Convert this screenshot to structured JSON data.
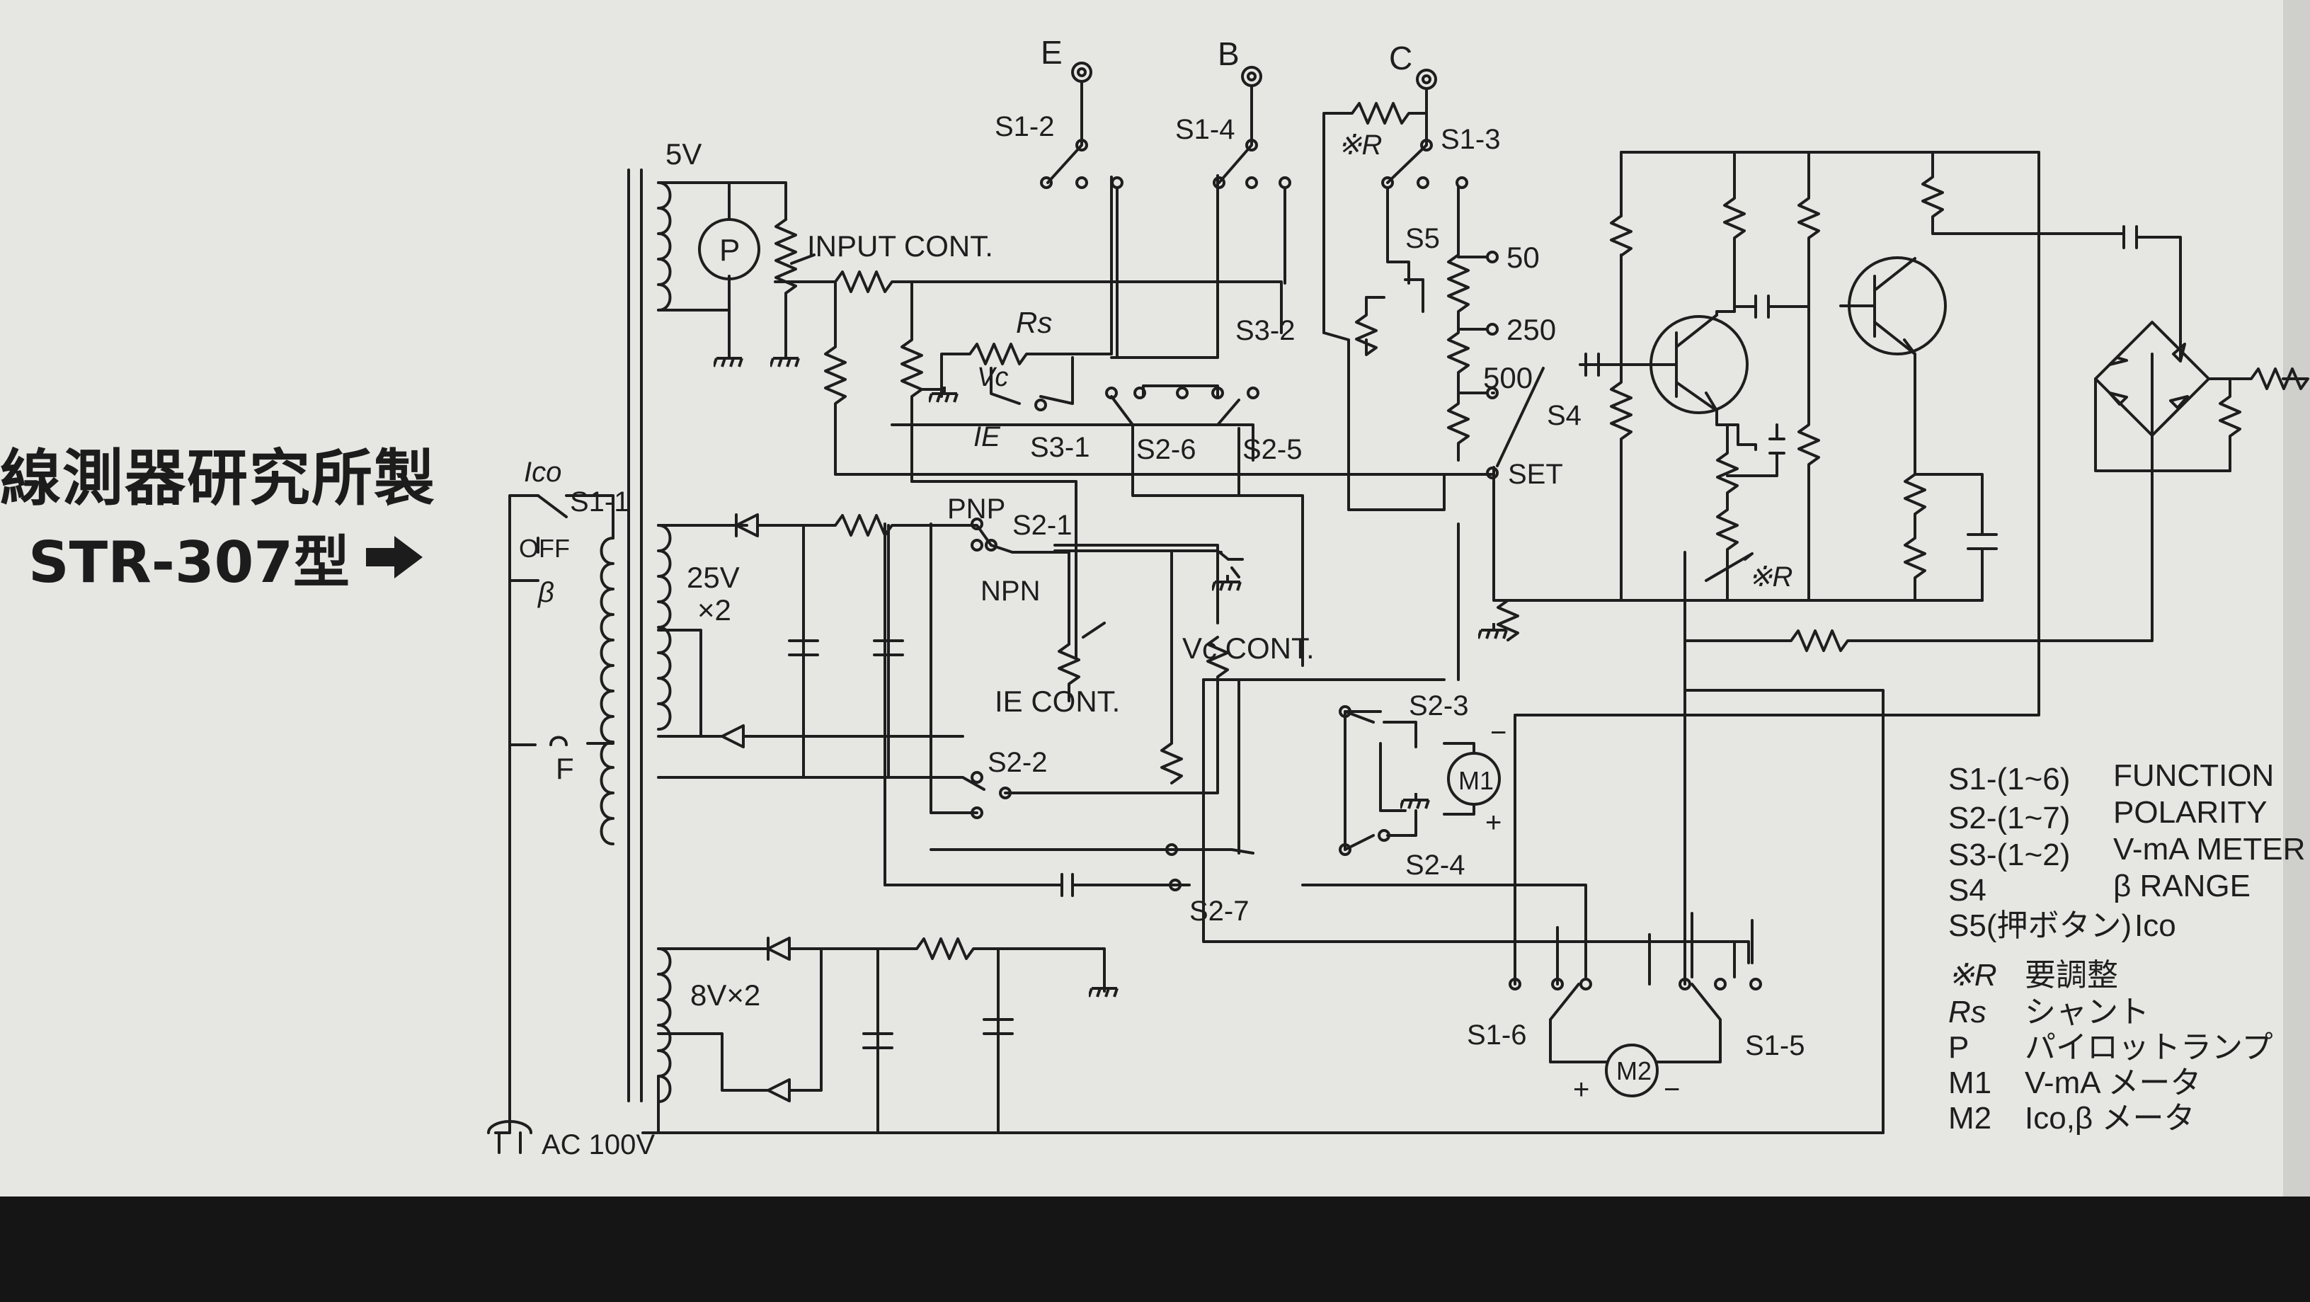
{
  "header": {
    "maker": "線測器研究所製",
    "model": "STR-307型"
  },
  "labels": {
    "E": "E",
    "B": "B",
    "C": "C",
    "s1_1": "S1-1",
    "s1_2": "S1-2",
    "s1_3": "S1-3",
    "s1_4": "S1-4",
    "s1_5": "S1-5",
    "s1_6": "S1-6",
    "s2_1": "S2-1",
    "s2_2": "S2-2",
    "s2_3": "S2-3",
    "s2_4": "S2-4",
    "s2_5": "S2-5",
    "s2_6": "S2-6",
    "s2_7": "S2-7",
    "s3_1": "S3-1",
    "s3_2": "S3-2",
    "s4": "S4",
    "s5": "S5",
    "v5": "5V",
    "v25": "25V",
    "x2": "×2",
    "v8": "8V×2",
    "input_cont": "INPUT CONT.",
    "rs": "Rs",
    "vc": "Vc",
    "ie": "IE",
    "ie_cont": "IE CONT.",
    "vc_cont": "Vc CONT.",
    "pnp": "PNP",
    "npn": "NPN",
    "ico": "Ico",
    "off": "OFF",
    "beta": "β",
    "f": "F",
    "ac100": "AC 100V",
    "r50": "50",
    "r250": "250",
    "r500": "500",
    "set": "SET",
    "xr": "※R",
    "p": "P",
    "m1": "M1",
    "m2": "M2",
    "plus": "+",
    "minus": "−"
  },
  "legend": [
    {
      "sym": "S1-(1~6)",
      "desc": "FUNCTION"
    },
    {
      "sym": "S2-(1~7)",
      "desc": "POLARITY"
    },
    {
      "sym": "S3-(1~2)",
      "desc": "V-mA METER"
    },
    {
      "sym": "S4",
      "desc": "β RANGE"
    },
    {
      "sym": "S5(押ボタン)",
      "desc": "Ico"
    },
    {
      "sym": "※R",
      "desc": "要調整"
    },
    {
      "sym": "Rs",
      "desc": "シャント"
    },
    {
      "sym": "P",
      "desc": "パイロットランプ"
    },
    {
      "sym": "M1",
      "desc": "V-mA メータ"
    },
    {
      "sym": "M2",
      "desc": "Ico,β メータ"
    }
  ]
}
